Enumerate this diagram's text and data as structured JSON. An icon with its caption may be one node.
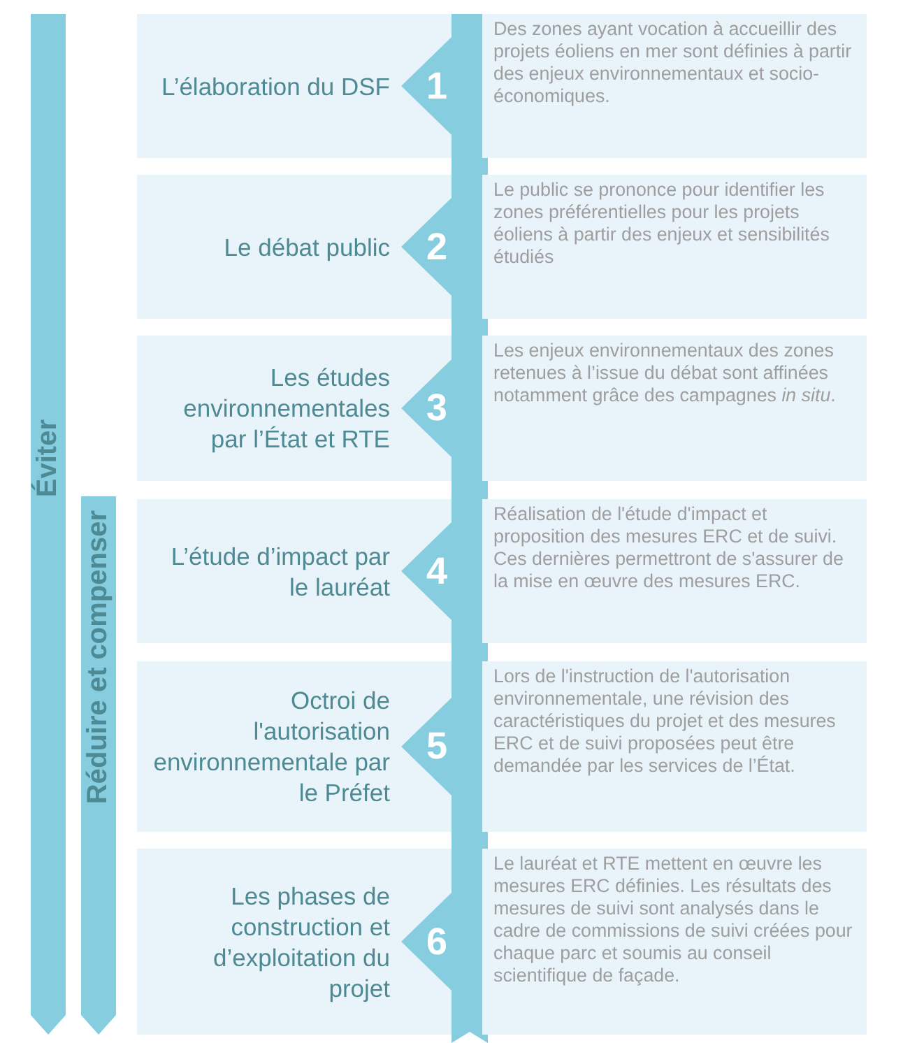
{
  "diagram": {
    "nodes": [
      {
        "text": [
          "Éviter"
        ]
      },
      {
        "text": [
          "Réduire et compenser"
        ]
      },
      {
        "text": [
          "L’élaboration du DSF"
        ]
      },
      {
        "text": [
          "1"
        ]
      },
      {
        "text": [
          "Des zones ayant vocation à accueillir des projets éoliens en mer sont définies à partir des enjeux environnementaux et socio-économiques."
        ]
      },
      {
        "text": [
          "Le débat public"
        ]
      },
      {
        "text": [
          "2"
        ]
      },
      {
        "text": [
          "Le public se prononce pour identifier les zones préférentielles pour les projets éoliens à partir des enjeux et sensibilités étudiés"
        ]
      },
      {
        "text": [
          "Les études environnementales par l’État et RTE"
        ]
      },
      {
        "text": [
          "3"
        ]
      },
      {
        "text": [
          "Les enjeux environnementaux des zones retenues à l’issue du débat sont affinées notamment grâce des campagnes *in situ*."
        ]
      },
      {
        "text": [
          "L’étude d’impact par le lauréat"
        ]
      },
      {
        "text": [
          "4"
        ]
      },
      {
        "text": [
          "Réalisation de l'étude d'impact et proposition des mesures ERC et de suivi. Ces dernières permettront de s'assurer de la mise en œuvre des mesures ERC."
        ]
      },
      {
        "text": [
          "Octroi de l'autorisation environnementale par le Préfet"
        ]
      },
      {
        "text": [
          "5"
        ]
      },
      {
        "text": [
          "Lors de l'instruction de l'autorisation environnementale, une révision des caractéristiques du projet et des mesures ERC et de suivi proposées peut être demandée par les services de l’État."
        ]
      },
      {
        "text": [
          "Les phases de construction et d’exploitation du projet"
        ]
      },
      {
        "text": [
          "6"
        ]
      },
      {
        "text": [
          "Le lauréat et RTE mettent en œuvre les mesures ERC définies. Les résultats des mesures de suivi sont analysés dans le cadre de commissions de suivi créées pour chaque parc et soumis au conseil scientifique de façade."
        ]
      }
    ],
    "edges": []
  }
}
